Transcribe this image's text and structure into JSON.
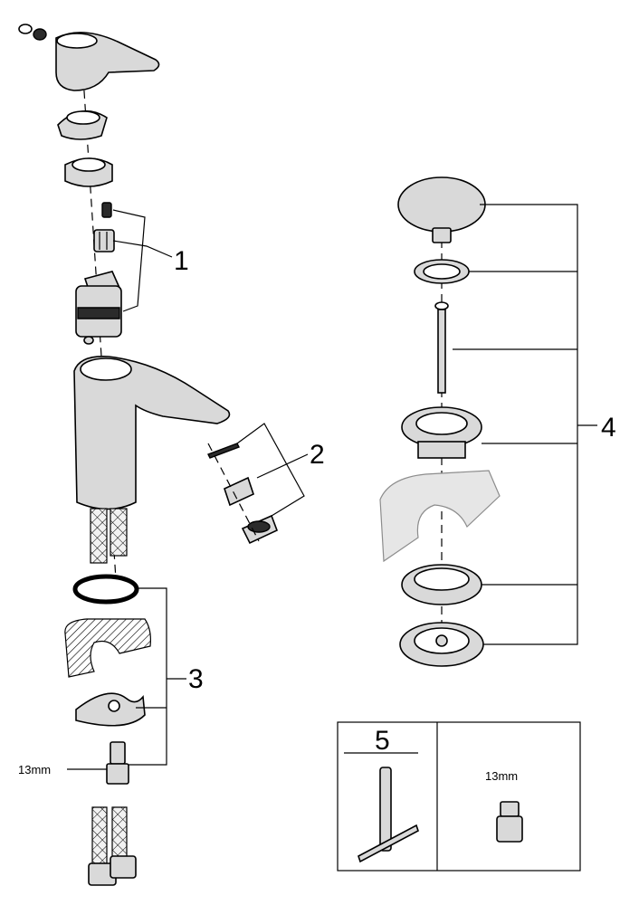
{
  "callouts": {
    "n1": "1",
    "n2": "2",
    "n3": "3",
    "n4": "4",
    "n5": "5"
  },
  "labels": {
    "wrench_left": "13mm",
    "wrench_box": "13mm"
  }
}
